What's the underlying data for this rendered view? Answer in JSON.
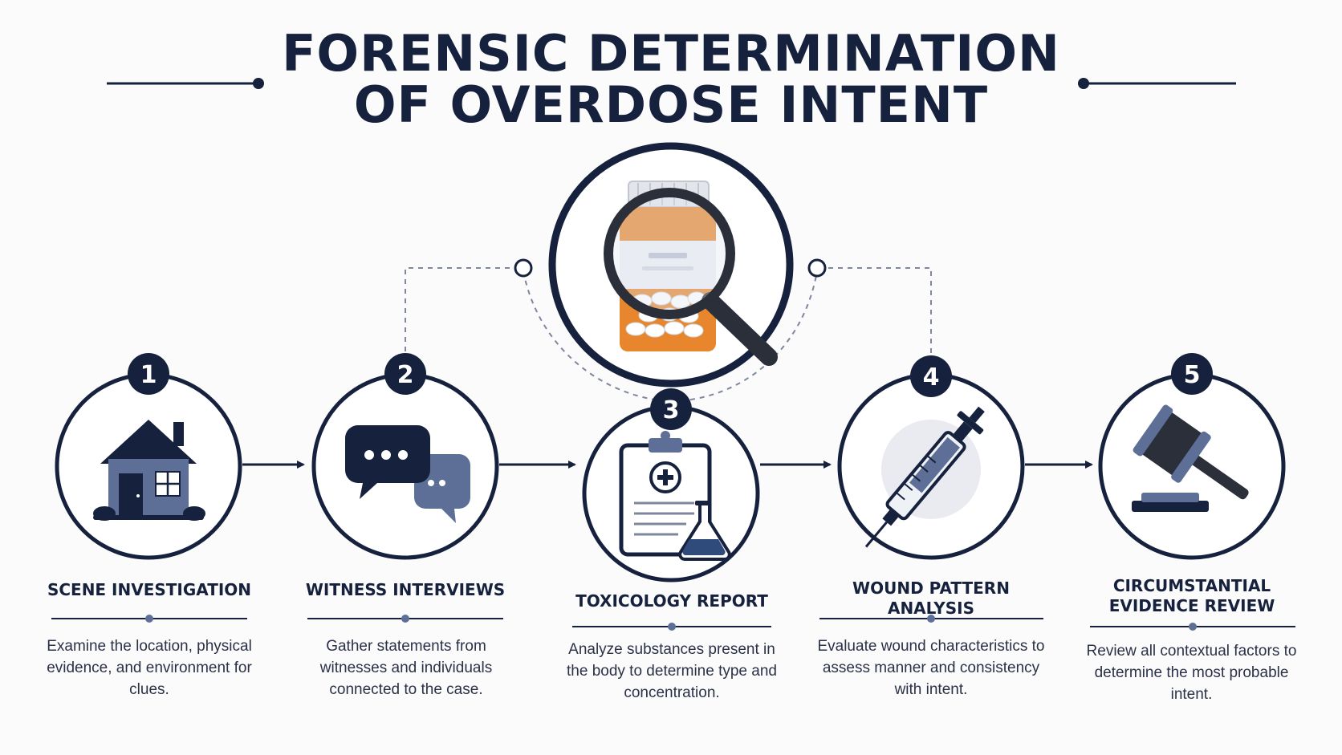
{
  "title": {
    "line1": "FORENSIC DETERMINATION",
    "line2": "OF OVERDOSE INTENT"
  },
  "center_icon": "magnifier-over-pill-bottle-icon",
  "colors": {
    "navy": "#16213d",
    "slate": "#5d6f96",
    "orange": "#e7862c",
    "background": "#fbfbfc"
  },
  "steps": [
    {
      "number": "1",
      "icon": "house-icon",
      "title": "SCENE INVESTIGATION",
      "description": "Examine the location, physical evidence, and environment for clues."
    },
    {
      "number": "2",
      "icon": "speech-bubbles-icon",
      "title": "WITNESS INTERVIEWS",
      "description": "Gather statements from witnesses and individuals connected to the case."
    },
    {
      "number": "3",
      "icon": "clipboard-flask-icon",
      "title": "TOXICOLOGY REPORT",
      "description": "Analyze substances present in the body to determine type and concentration."
    },
    {
      "number": "4",
      "icon": "syringe-icon",
      "title": "WOUND PATTERN ANALYSIS",
      "description": "Evaluate wound characteristics to assess manner and consistency with intent."
    },
    {
      "number": "5",
      "icon": "gavel-icon",
      "title": "CIRCUMSTANTIAL EVIDENCE REVIEW",
      "description": "Review all contextual factors to determine the most probable intent."
    }
  ]
}
